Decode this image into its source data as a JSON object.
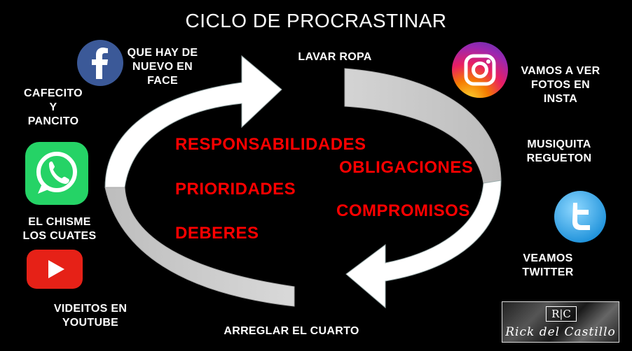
{
  "title": "CICLO DE PROCRASTINAR",
  "cycle_labels": {
    "top": "LAVAR ROPA",
    "bottom": "ARREGLAR EL CUARTO"
  },
  "center_words": {
    "responsabilidades": "RESPONSABILIDADES",
    "obligaciones": "OBLIGACIONES",
    "prioridades": "PRIORIDADES",
    "compromisos": "COMPROMISOS",
    "deberes": "DEBERES"
  },
  "distractions": {
    "facebook": "QUE HAY DE\nNUEVO EN\nFACE",
    "cafecito": "CAFECITO\nY\nPANCITO",
    "chisme": "EL CHISME\nLOS CUATES",
    "youtube": "VIDEITOS EN\nYOUTUBE",
    "instagram": "VAMOS A VER\nFOTOS EN\nINSTA",
    "musiquita": "MUSIQUITA\nREGUETON",
    "twitter": "VEAMOS\nTWITTER"
  },
  "icons": [
    "facebook-icon",
    "whatsapp-icon",
    "youtube-icon",
    "instagram-icon",
    "twitter-icon"
  ],
  "colors": {
    "background": "#000000",
    "center_text": "#ff0000",
    "arrow_fill": "#ffffff",
    "arrow_shade": "#c8c8c8",
    "facebook": "#3b5998",
    "whatsapp": "#25d366",
    "youtube": "#e62117",
    "twitter": "#1da1f2"
  },
  "watermark": {
    "monogram": "R|C",
    "name": "Rick del Castillo"
  }
}
